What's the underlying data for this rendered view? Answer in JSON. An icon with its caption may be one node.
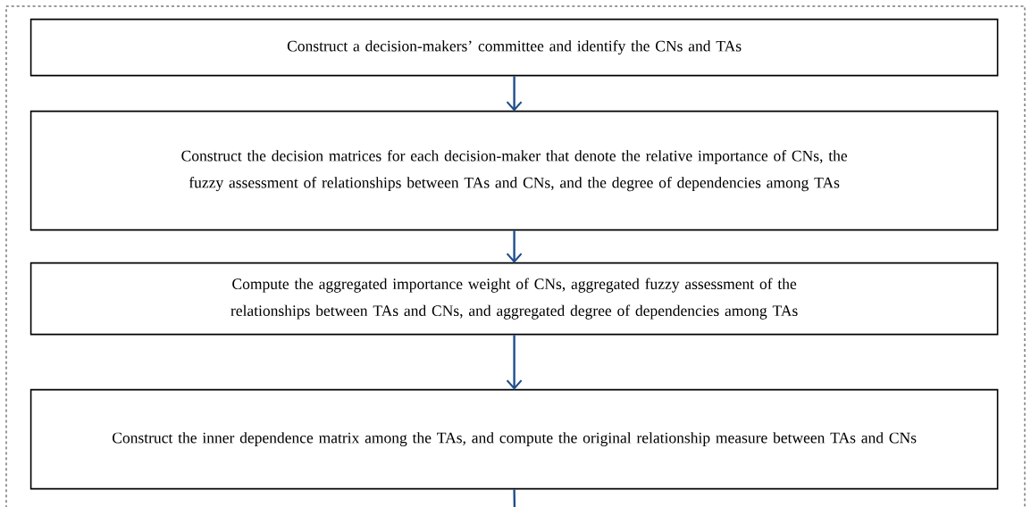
{
  "diagram": {
    "nodes": [
      {
        "text": [],
        "shape": "box"
      },
      {
        "text": [
          "Construct a decision-makers’ committee and identify the CNs and TAs"
        ],
        "in": 0
      },
      {
        "text": [
          "Construct the decision matrices for each decision-maker that denote the relative importance of CNs, the fuzzy assessment of relationships between TAs and CNs, and the degree of dependencies among TAs"
        ],
        "in": 0
      },
      {
        "text": [
          "Compute the aggregated importance weight of CNs,  aggregated fuzzy assessment of the relationships between TAs and CNs, and aggregated degree of dependencies among TAs"
        ],
        "in": 0
      },
      {
        "text": [
          "Construct the inner dependence matrix among the TAs, and compute the original relationship measure between TAs and CNs"
        ],
        "in": 0
      }
    ],
    "edges": [
      {
        "from": 1,
        "to": 2,
        "arrow": "to"
      },
      {
        "from": 2,
        "to": 3,
        "arrow": "to"
      },
      {
        "from": 3,
        "to": 4,
        "arrow": "to"
      },
      {
        "from": 4,
        "to": null,
        "arrow": "none"
      }
    ]
  }
}
